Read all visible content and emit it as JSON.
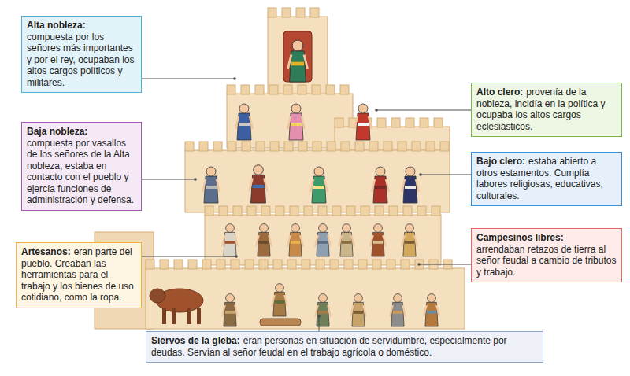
{
  "diagram": {
    "nodes": [
      {
        "text": [
          "Alta nobleza:",
          "compuesta por los señores más importantes y por el rey, ocupaban los altos cargos políticos y militares."
        ]
      },
      {
        "text": [
          "Alto clero:",
          "provenía de la nobleza, incidía en la política y ocupaba los altos cargos eclesiásticos."
        ]
      },
      {
        "text": [
          "Baja nobleza:",
          "compuesta por vasallos de los señores de la Alta nobleza, estaba en contacto con el pueblo y ejercía funciones de administración y defensa."
        ]
      },
      {
        "text": [
          "Bajo clero:",
          "estaba abierto a otros estamentos. Cumplía labores religiosas, educativas, culturales."
        ]
      },
      {
        "text": [
          "Campesinos libres:",
          "arrendaban retazos de tierra al señor feudal a cambio de tributos y trabajo."
        ]
      },
      {
        "text": [
          "Artesanos:",
          "eran parte del pueblo. Creaban las herramientas para el trabajo y los bienes de uso cotidiano, como la ropa."
        ]
      },
      {
        "text": [
          "Siervos de la gleba:",
          "eran personas en situación de servidumbre, especialmente por deudas. Servían al señor feudal en el trabajo agrícola o doméstico."
        ]
      }
    ]
  }
}
